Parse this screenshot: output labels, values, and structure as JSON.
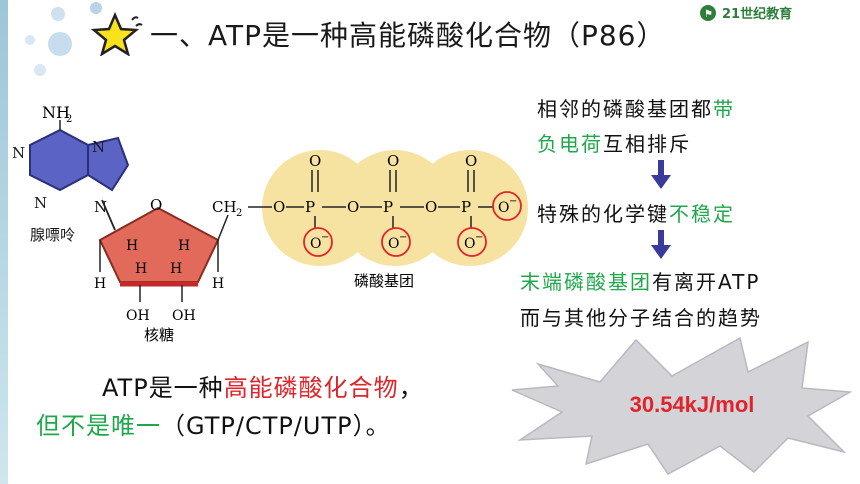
{
  "title": "一、ATP是一种高能磷酸化合物（P86）",
  "logo_text": "21世纪教育",
  "diagram": {
    "nh2": "NH",
    "nh2_sub": "2",
    "n": "N",
    "adenine_label": "腺嘌呤",
    "o": "O",
    "h": "H",
    "oh": "OH",
    "ch2": "CH",
    "ch2_sub": "2",
    "p": "P",
    "o_minus": "O",
    "minus": "−",
    "ribose_label": "核糖",
    "phosphate_label": "磷酸基团"
  },
  "right": {
    "line1_a": "相邻的磷酸基团都",
    "line1_b": "带",
    "line2_a": "负电荷",
    "line2_b": "互相排斥",
    "line3_a": "特殊的化学键",
    "line3_b": "不稳定",
    "line4_a": "末端磷酸基团",
    "line4_b": "有离开ATP",
    "line5": "而与其他分子结合的趋势"
  },
  "bottom": {
    "line1_a": "ATP是一种",
    "line1_b": "高能磷酸化合物",
    "line1_c": "，",
    "line2_a": "但不是唯一",
    "line2_b": "（GTP/CTP/UTP）。"
  },
  "energy_value": "30.54kJ/mol",
  "colors": {
    "green": "#1fa84b",
    "red": "#e0242b",
    "arrow": "#3a3a9a",
    "phosphate_fill": "#f7e3a1",
    "adenine": "#5b63c4",
    "ribose": "#e26a5a"
  }
}
